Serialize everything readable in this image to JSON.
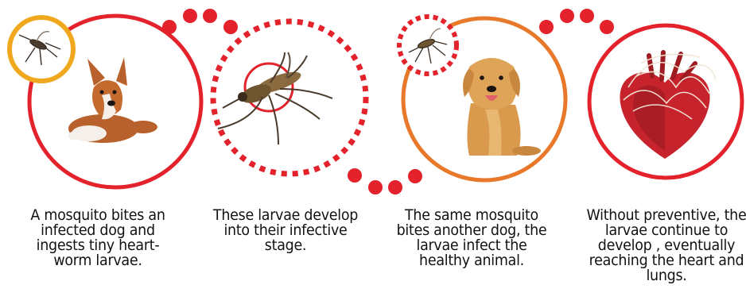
{
  "diagram": {
    "colors": {
      "red": "#e3222b",
      "orange": "#e8782a",
      "gold": "#f0a81e",
      "dark_text": "#111111"
    },
    "steps": [
      {
        "caption": "A mosquito bites an infected dog and ingests tiny heart-worm larvae.",
        "icon": "infected-dog-icon"
      },
      {
        "caption": "These larvae develop into their infective stage.",
        "icon": "mosquito-icon"
      },
      {
        "caption": "The same mosquito bites another dog, the larvae infect the healthy animal.",
        "icon": "healthy-dog-icon"
      },
      {
        "caption": "Without preventive, the larvae continue to develop , eventually reaching the heart and lungs.",
        "icon": "heart-icon"
      }
    ]
  }
}
